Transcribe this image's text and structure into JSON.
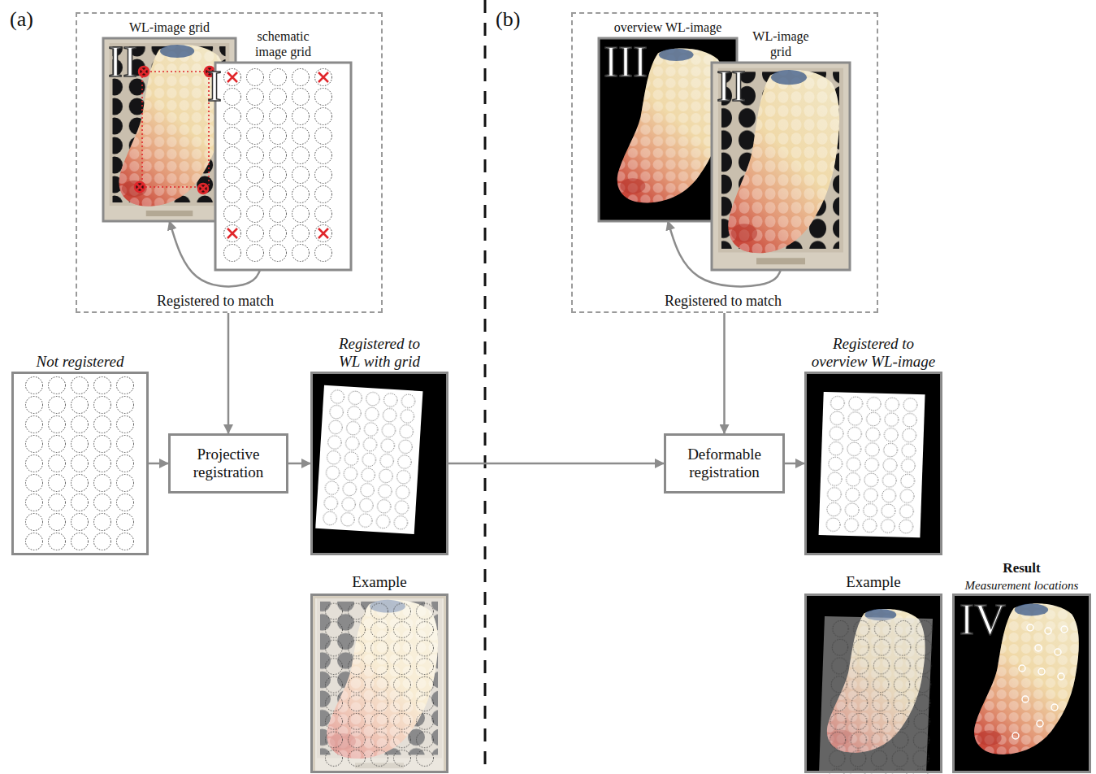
{
  "diagram": {
    "nodes": [
      {
        "text": []
      },
      {
        "text": [
          "WL-image grid",
          "II"
        ],
        "in": 0
      },
      {
        "text": [
          "schematic image grid",
          "I"
        ],
        "in": 0
      },
      {
        "text": [
          "Not registered"
        ]
      },
      {
        "text": [
          "Projective registration"
        ]
      },
      {
        "text": [
          "Registered to WL with grid"
        ]
      },
      {
        "text": [
          "Example"
        ]
      },
      {
        "text": []
      },
      {
        "text": [
          "overview WL-image",
          "III"
        ],
        "in": 7
      },
      {
        "text": [
          "WL-image grid",
          "II"
        ],
        "in": 7
      },
      {
        "text": [
          "Deformable registration"
        ]
      },
      {
        "text": [
          "Registered to overview WL-image"
        ]
      },
      {
        "text": [
          "Example"
        ]
      },
      {
        "text": [
          "Result",
          "Measurement locations",
          "IV"
        ]
      }
    ],
    "edges": [
      {
        "from": 2,
        "to": 1,
        "label": "Registered to match",
        "arrow": "to"
      },
      {
        "from": 0,
        "to": 4,
        "arrow": "to"
      },
      {
        "from": 3,
        "to": 4,
        "arrow": "to"
      },
      {
        "from": 4,
        "to": 5,
        "arrow": "to"
      },
      {
        "from": 5,
        "to": 10,
        "arrow": "to"
      },
      {
        "from": 9,
        "to": 8,
        "label": "Registered to match",
        "arrow": "to"
      },
      {
        "from": 7,
        "to": 10,
        "arrow": "to"
      },
      {
        "from": 10,
        "to": 11,
        "arrow": "to"
      }
    ],
    "labels": [
      "(a)",
      "(b)"
    ]
  }
}
